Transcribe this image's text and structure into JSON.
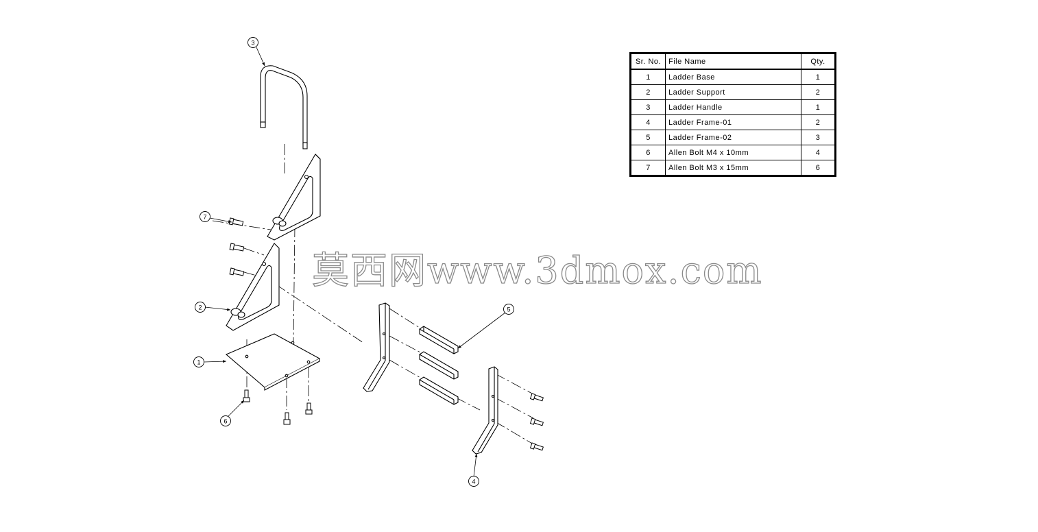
{
  "bom": {
    "headers": [
      "Sr. No.",
      "File Name",
      "Qty."
    ],
    "rows": [
      {
        "sr": "1",
        "name": "Ladder Base",
        "qty": "1"
      },
      {
        "sr": "2",
        "name": "Ladder Support",
        "qty": "2"
      },
      {
        "sr": "3",
        "name": "Ladder Handle",
        "qty": "1"
      },
      {
        "sr": "4",
        "name": "Ladder Frame-01",
        "qty": "2"
      },
      {
        "sr": "5",
        "name": "Ladder Frame-02",
        "qty": "3"
      },
      {
        "sr": "6",
        "name": "Allen Bolt M4 x 10mm",
        "qty": "4"
      },
      {
        "sr": "7",
        "name": "Allen Bolt M3 x 15mm",
        "qty": "6"
      }
    ]
  },
  "balloons": {
    "b1": "1",
    "b2": "2",
    "b3": "3",
    "b4": "4",
    "b5": "5",
    "b6": "6",
    "b7": "7"
  },
  "watermark": "莫西网www.3dmox.com",
  "colors": {
    "line": "#000000",
    "watermark_stroke": "#8a8a8a"
  }
}
